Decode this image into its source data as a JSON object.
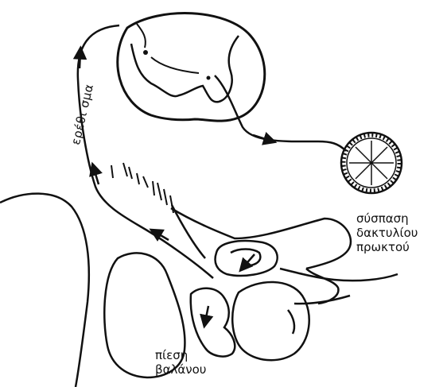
{
  "labels": {
    "stimulus": "ερέθι σμα",
    "anal_contraction": [
      "σύσπαση",
      "δακτυλίου",
      "πρωκτού"
    ],
    "glans_pressure": [
      "πίεση",
      "βαλάνου"
    ]
  },
  "colors": {
    "ink": "#111111",
    "paper": "#ffffff"
  }
}
